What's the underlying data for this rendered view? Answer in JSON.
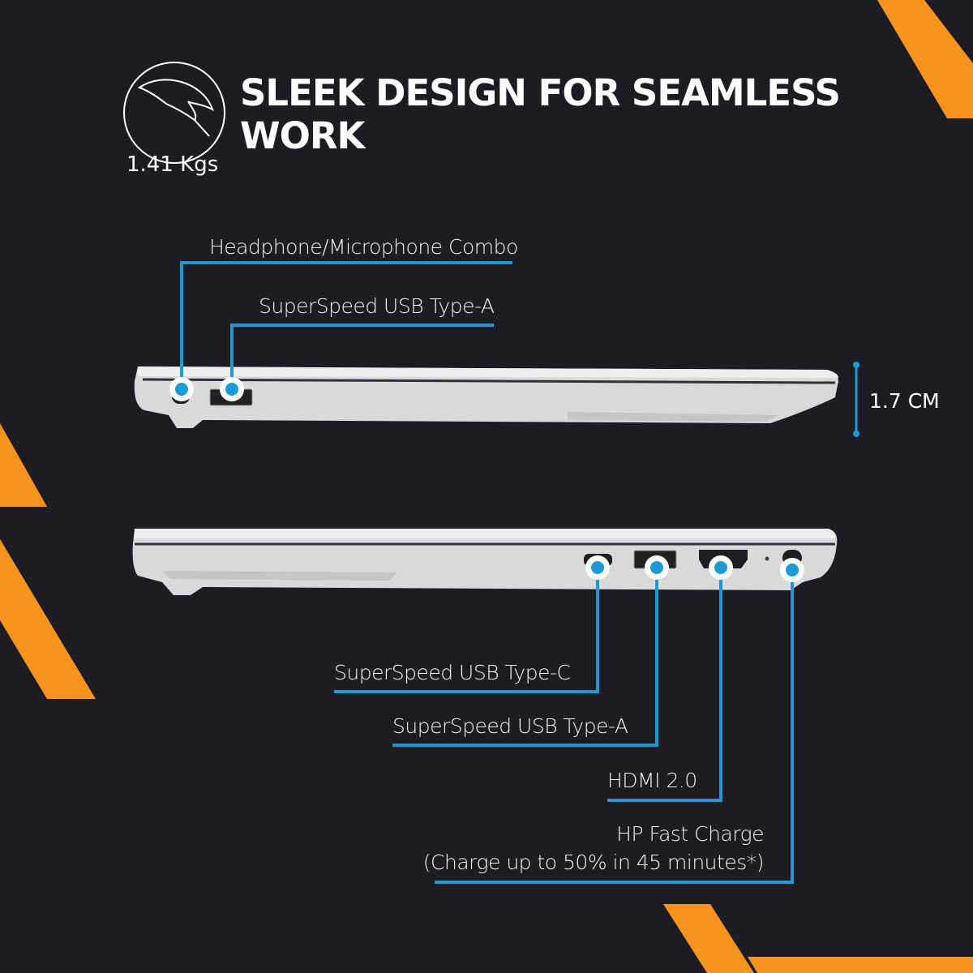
{
  "header": {
    "title": "SLEEK DESIGN FOR SEAMLESS WORK",
    "weight": "1.41 Kgs",
    "weight_icon": "feather-icon"
  },
  "dimensions": {
    "thickness": "1.7 CM"
  },
  "left_side_ports": [
    {
      "label": "Headphone/Microphone Combo"
    },
    {
      "label": "SuperSpeed USB Type-A"
    }
  ],
  "right_side_ports": [
    {
      "label": "SuperSpeed USB Type-C"
    },
    {
      "label": "SuperSpeed USB Type-A"
    },
    {
      "label": "HDMI 2.0"
    },
    {
      "label": "HP Fast Charge",
      "sublabel": "(Charge up to 50% in 45 minutes*)"
    }
  ],
  "colors": {
    "accent": "#f7941d",
    "callout": "#1a9ad6",
    "background": "#1c1c22"
  }
}
